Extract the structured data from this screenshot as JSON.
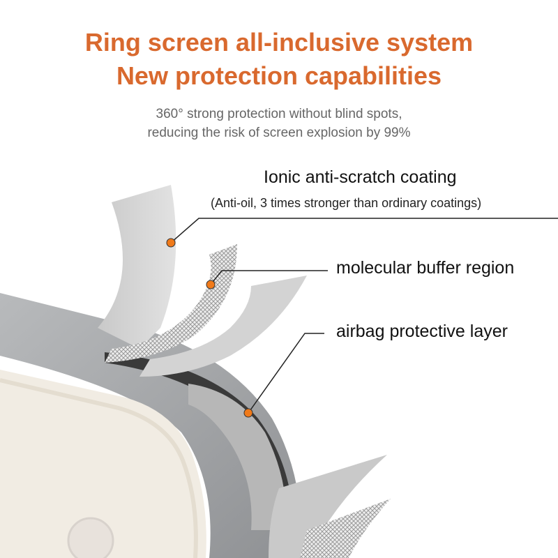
{
  "header": {
    "title_line1": "Ring screen all-inclusive system",
    "title_line2": "New protection capabilities",
    "subtitle_line1": "360° strong protection without blind spots,",
    "subtitle_line2": "reducing the risk of screen explosion by 99%"
  },
  "callouts": [
    {
      "label": "Ionic anti-scratch coating",
      "note": "(Anti-oil, 3 times stronger than ordinary coatings)"
    },
    {
      "label": "molecular buffer region"
    },
    {
      "label": "airbag protective layer"
    }
  ],
  "colors": {
    "accent": "#d9692e",
    "marker": "#f07a1a",
    "frame": "#a9abad",
    "screen": "#f1ece3"
  }
}
